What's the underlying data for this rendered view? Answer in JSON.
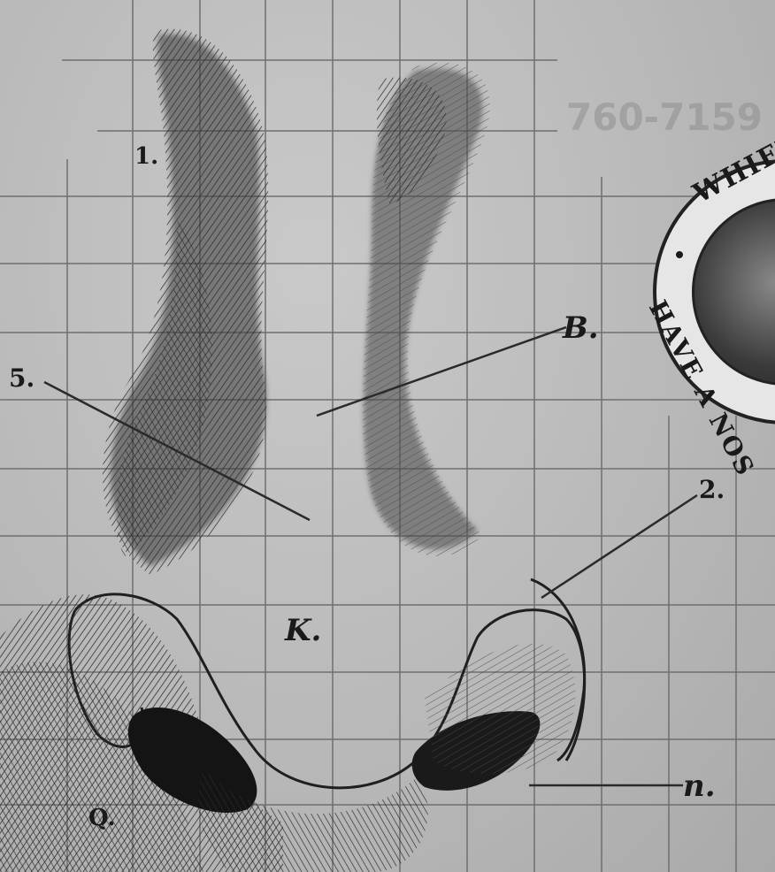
{
  "image": {
    "description_labels": {
      "label_1": "1.",
      "label_5": "5.",
      "label_b": "B.",
      "label_2": "2.",
      "label_k": "K.",
      "label_n": "n.",
      "label_q": "Q."
    },
    "background_print": {
      "phone_fragment": "760-7159"
    },
    "seal": {
      "top_text": "WHIFF",
      "bottom_text": "HAVE A NOS"
    },
    "colors": {
      "paper": "#bdbdbd",
      "ink": "#1a1a1a",
      "grid": "#6f6f6f"
    }
  }
}
